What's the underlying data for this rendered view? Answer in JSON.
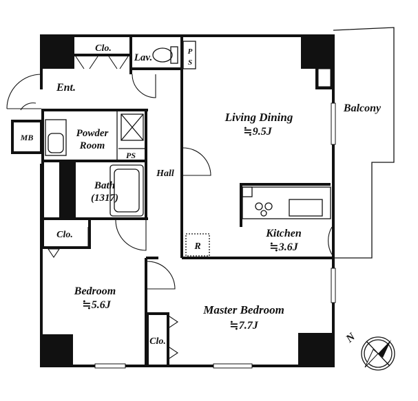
{
  "rooms": {
    "closet_top": "Clo.",
    "lavatory": "Lav.",
    "pipe_space_top_p": "P",
    "pipe_space_top_s": "S",
    "entrance": "Ent.",
    "meter_box": "MB",
    "powder_room_line1": "Powder",
    "powder_room_line2": "Room",
    "pipe_space_mid": "PS",
    "bath": "Bath",
    "bath_size": "(1317)",
    "hall": "Hall",
    "living_dining": "Living Dining",
    "living_dining_size": "≒9.5J",
    "balcony": "Balcony",
    "kitchen": "Kitchen",
    "kitchen_size": "≒3.6J",
    "refrigerator": "R",
    "closet_left": "Clo.",
    "bedroom": "Bedroom",
    "bedroom_size": "≒5.6J",
    "master_bedroom": "Master Bedroom",
    "master_bedroom_size": "≒7.7J",
    "closet_bottom": "Clo."
  },
  "compass": {
    "north_label": "N",
    "icon": "compass-icon"
  },
  "colors": {
    "wall": "#111111",
    "background": "#ffffff"
  }
}
